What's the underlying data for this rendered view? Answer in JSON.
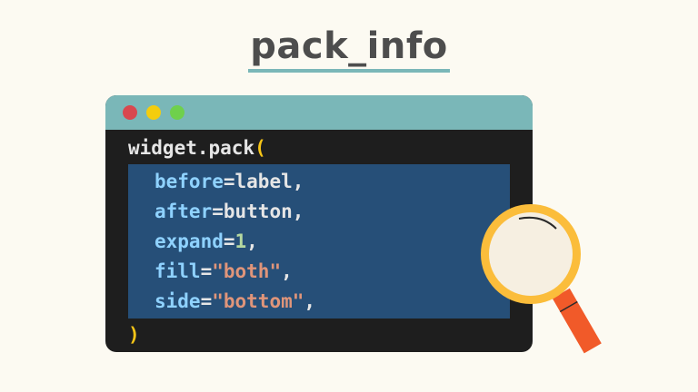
{
  "title": "pack_info",
  "window": {
    "traffic_lights": [
      "close-dot",
      "minimize-dot",
      "maximize-dot"
    ],
    "code": {
      "call": "widget.pack",
      "open_paren": "(",
      "close_paren": ")",
      "args": [
        {
          "key": "before",
          "eq": "=",
          "value": "label",
          "value_type": "identifier",
          "comma": ","
        },
        {
          "key": "after",
          "eq": "=",
          "value": "button",
          "value_type": "identifier",
          "comma": ","
        },
        {
          "key": "expand",
          "eq": "=",
          "value": "1",
          "value_type": "number",
          "comma": ","
        },
        {
          "key": "fill",
          "eq": "=",
          "value": "\"both\"",
          "value_type": "string",
          "comma": ","
        },
        {
          "key": "side",
          "eq": "=",
          "value": "\"bottom\"",
          "value_type": "string",
          "comma": ","
        }
      ]
    }
  },
  "colors": {
    "background": "#fcfaf2",
    "title_text": "#4d4d4d",
    "title_underline": "#7ab7b8",
    "titlebar": "#7ab7b8",
    "window_body": "#1e1e1e",
    "selection": "#264f78",
    "magnifier_rim": "#fbbd3b",
    "magnifier_lens": "#f6efe1",
    "magnifier_handle": "#f15a29"
  },
  "icons": [
    "magnifying-glass-icon"
  ]
}
